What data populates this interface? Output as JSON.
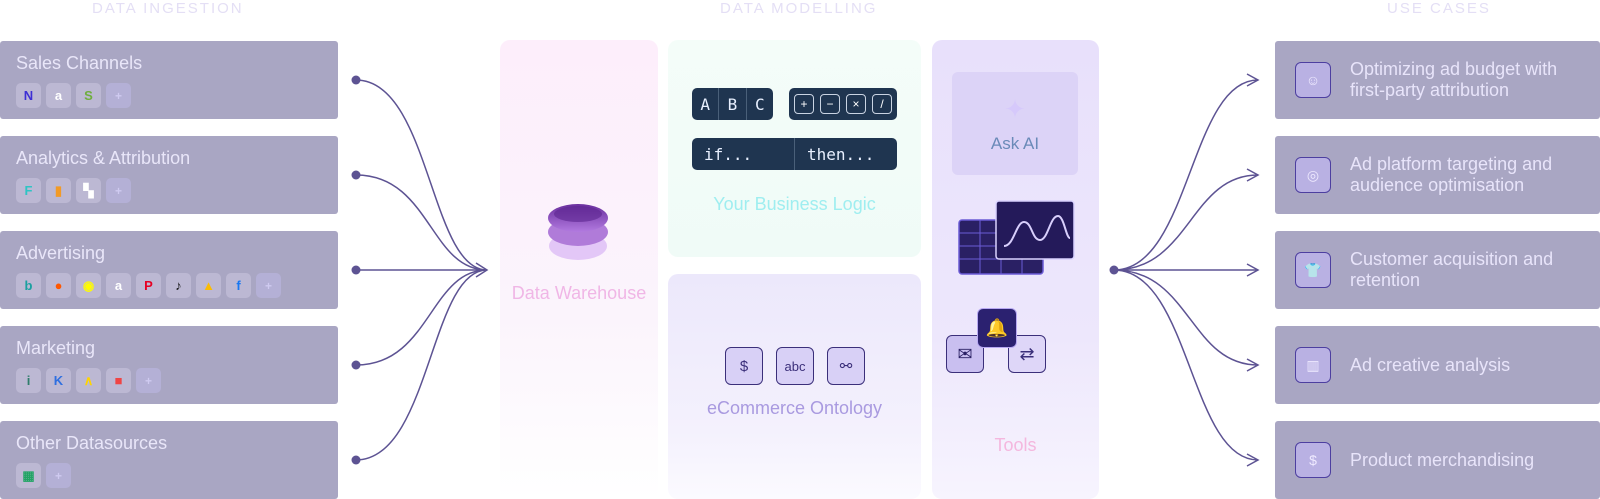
{
  "headers": {
    "ingestion": "DATA INGESTION",
    "modelling": "DATA MODELLING",
    "use_cases": "USE CASES"
  },
  "sources": [
    {
      "title": "Sales Channels",
      "icons": [
        {
          "name": "klaviyo-logo-icon",
          "glyph": "N",
          "color": "#3d2fd4"
        },
        {
          "name": "amazon-logo-icon",
          "glyph": "a",
          "color": "#ffffff"
        },
        {
          "name": "shopify-logo-icon",
          "glyph": "S",
          "color": "#6fae3d"
        },
        {
          "name": "more-icon",
          "glyph": "+",
          "color": ""
        }
      ]
    },
    {
      "title": "Analytics & Attribution",
      "icons": [
        {
          "name": "analytics-logo-icon",
          "glyph": "F",
          "color": "#2fc4c4"
        },
        {
          "name": "google-analytics-icon",
          "glyph": "▮",
          "color": "#f29a26"
        },
        {
          "name": "attribution-logo-icon",
          "glyph": "▚",
          "color": "#ffffff"
        },
        {
          "name": "more-icon",
          "glyph": "+",
          "color": ""
        }
      ]
    },
    {
      "title": "Advertising",
      "icons": [
        {
          "name": "bing-logo-icon",
          "glyph": "b",
          "color": "#1aa0a0"
        },
        {
          "name": "reddit-logo-icon",
          "glyph": "●",
          "color": "#ff5700"
        },
        {
          "name": "snapchat-logo-icon",
          "glyph": "◉",
          "color": "#fffc00"
        },
        {
          "name": "amazon-ads-logo-icon",
          "glyph": "a",
          "color": "#ffffff"
        },
        {
          "name": "pinterest-logo-icon",
          "glyph": "P",
          "color": "#e60023"
        },
        {
          "name": "tiktok-logo-icon",
          "glyph": "♪",
          "color": "#111111"
        },
        {
          "name": "google-ads-logo-icon",
          "glyph": "▲",
          "color": "#fbbc04"
        },
        {
          "name": "facebook-logo-icon",
          "glyph": "f",
          "color": "#1877f2"
        },
        {
          "name": "more-icon",
          "glyph": "+",
          "color": ""
        }
      ]
    },
    {
      "title": "Marketing",
      "icons": [
        {
          "name": "marketing-logo-icon",
          "glyph": "i",
          "color": "#2f7d6b"
        },
        {
          "name": "recharge-logo-icon",
          "glyph": "K",
          "color": "#2f6fe0"
        },
        {
          "name": "attentive-logo-icon",
          "glyph": "∧",
          "color": "#ffd400"
        },
        {
          "name": "postscript-logo-icon",
          "glyph": "■",
          "color": "#ef4444"
        },
        {
          "name": "more-icon",
          "glyph": "+",
          "color": ""
        }
      ]
    },
    {
      "title": "Other Datasources",
      "icons": [
        {
          "name": "google-sheets-icon",
          "glyph": "▦",
          "color": "#1fa463"
        },
        {
          "name": "more-icon",
          "glyph": "+",
          "color": ""
        }
      ]
    }
  ],
  "warehouse": {
    "label": "Data Warehouse"
  },
  "business_logic": {
    "letters": [
      "A",
      "B",
      "C"
    ],
    "operators": [
      "+",
      "−",
      "×",
      "/"
    ],
    "if_label": "if...",
    "then_label": "then...",
    "label": "Your Business Logic"
  },
  "ontology": {
    "icons": [
      {
        "name": "dollar-icon",
        "glyph": "$"
      },
      {
        "name": "abc-icon",
        "glyph": "abc"
      },
      {
        "name": "graph-nodes-icon",
        "glyph": "⚯"
      }
    ],
    "label": "eCommerce Ontology"
  },
  "tools": {
    "ask_ai_label": "Ask AI",
    "label": "Tools"
  },
  "use_cases": [
    {
      "icon": "audience-icon",
      "glyph": "☺",
      "text": "Optimizing ad budget with first-party attribution"
    },
    {
      "icon": "target-icon",
      "glyph": "◎",
      "text": "Ad platform targeting and audience optimisation"
    },
    {
      "icon": "shirt-icon",
      "glyph": "👕",
      "text": "Customer acquisition and retention"
    },
    {
      "icon": "bar-chart-icon",
      "glyph": "▥",
      "text": "Ad creative analysis"
    },
    {
      "icon": "dollar-icon",
      "glyph": "$",
      "text": "Product merchandising"
    }
  ],
  "colors": {
    "card": "#a9a6c3",
    "connector": "#5d5393",
    "warehouse_panel": "#fdeefb",
    "logic_panel": "#f1fcf8",
    "ontology_panel": "#ece8fb",
    "tools_panel": "#e8e0fb",
    "dark_key": "#1f3550"
  }
}
